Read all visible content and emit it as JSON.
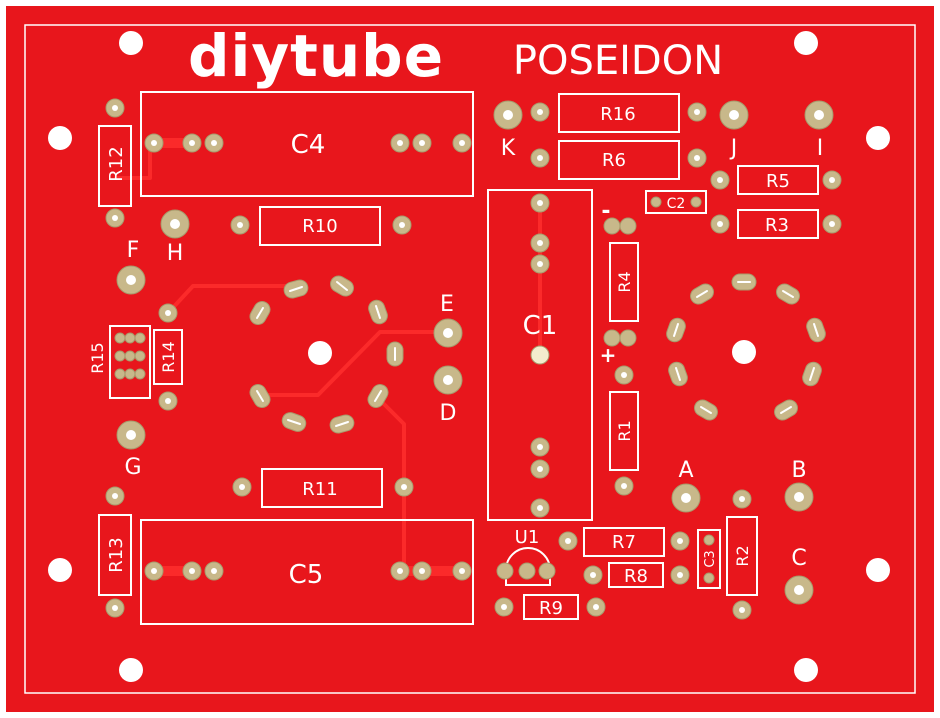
{
  "board": {
    "colors": {
      "board": "#e8161c",
      "silk": "#ffffff",
      "trace": "#fb2a2a",
      "pad": "#c8b88a",
      "pad_outline": "#a89a6c"
    },
    "logo": "diytube",
    "title": "POSEIDON"
  },
  "components": {
    "R1": "R1",
    "R2": "R2",
    "R3": "R3",
    "R4": "R4",
    "R5": "R5",
    "R6": "R6",
    "R7": "R7",
    "R8": "R8",
    "R9": "R9",
    "R10": "R10",
    "R11": "R11",
    "R12": "R12",
    "R13": "R13",
    "R14": "R14",
    "R15": "R15",
    "R16": "R16",
    "C1": "C1",
    "C2": "C2",
    "C3": "C3",
    "C4": "C4",
    "C5": "C5",
    "U1": "U1"
  },
  "terminals": {
    "A": "A",
    "B": "B",
    "C": "C",
    "D": "D",
    "E": "E",
    "F": "F",
    "G": "G",
    "H": "H",
    "I": "I",
    "J": "J",
    "K": "K"
  },
  "polarity": {
    "minus": "-",
    "plus": "+"
  }
}
